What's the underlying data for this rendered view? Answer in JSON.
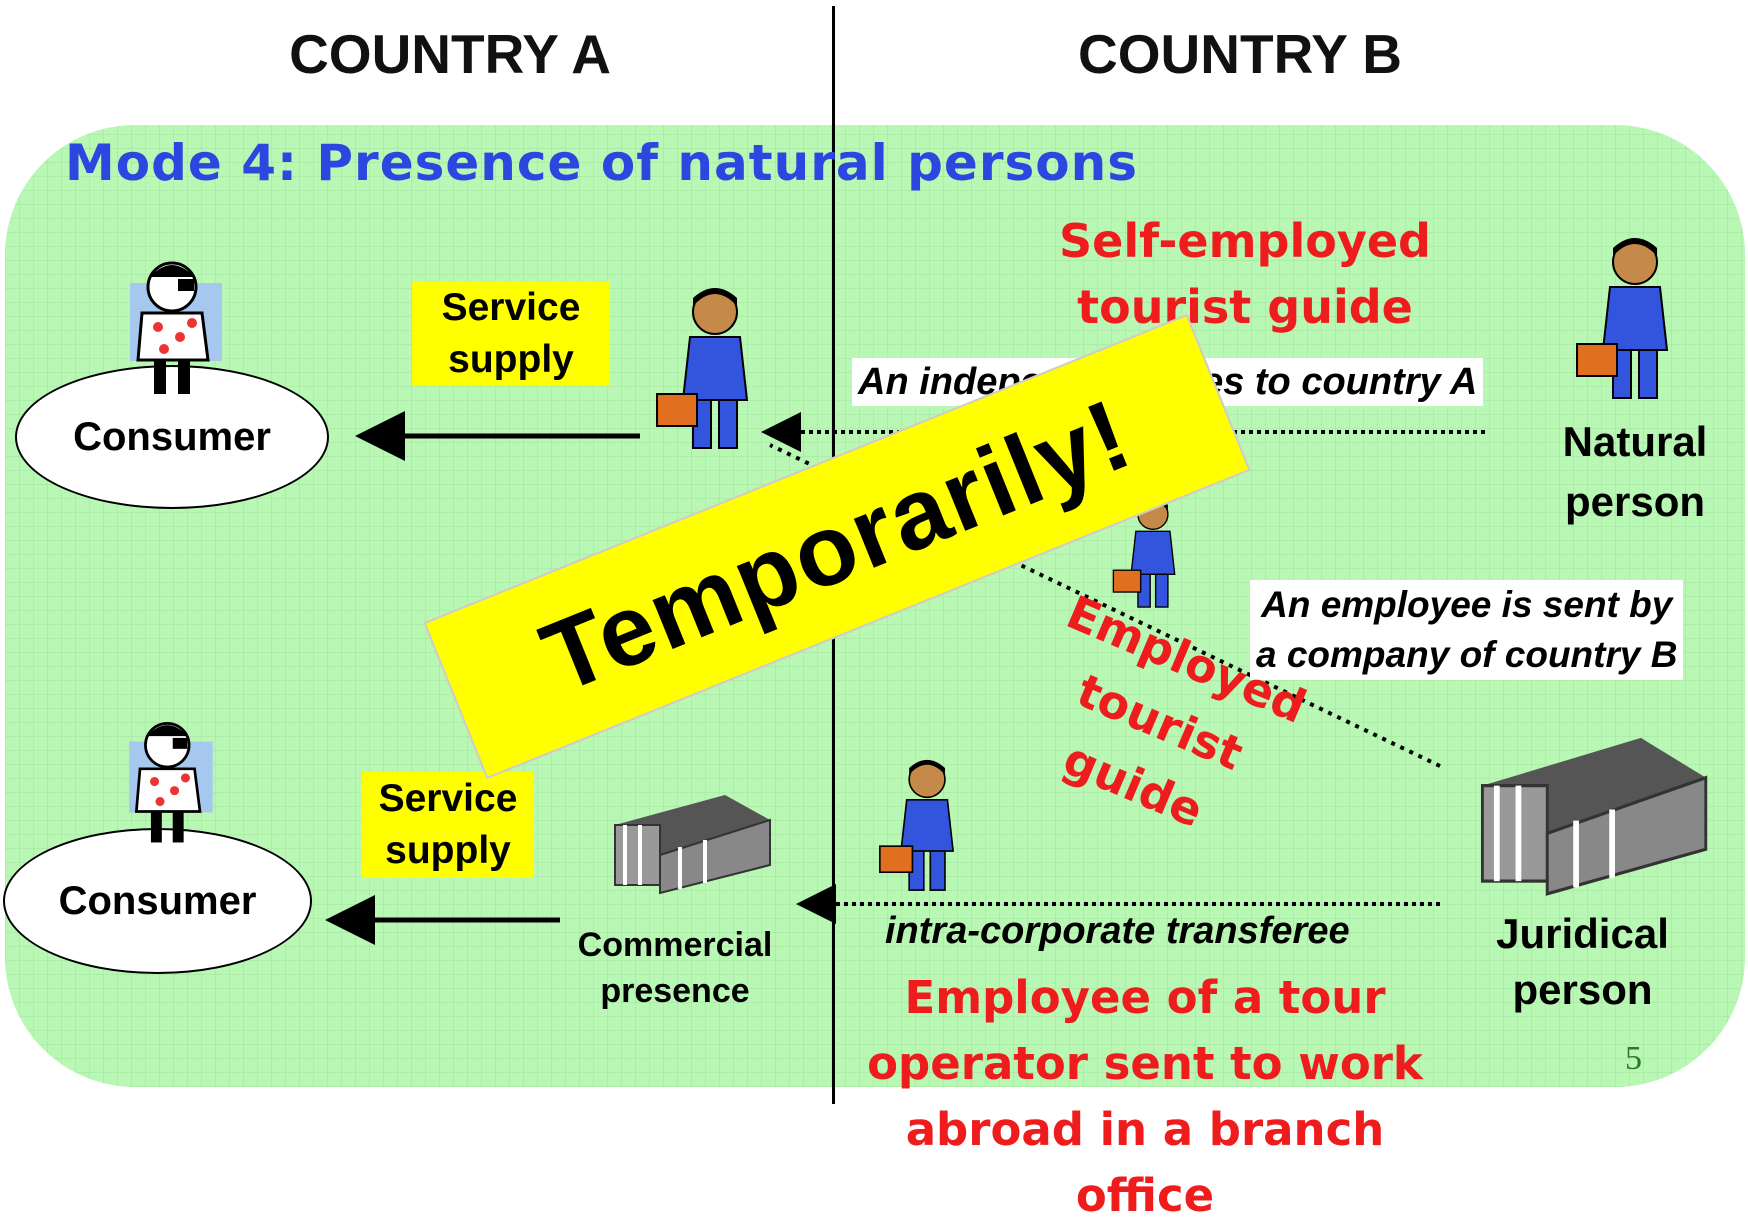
{
  "countries": {
    "a": "COUNTRY A",
    "b": "COUNTRY B"
  },
  "mode_title": "Mode 4:  Presence of natural persons",
  "top_row": {
    "consumer": "Consumer",
    "service_supply": [
      "Service",
      "supply"
    ],
    "self_employed": [
      "Self-employed",
      "tourist guide"
    ],
    "independent_note": "An independent goes to country A",
    "natural_person": [
      "Natural",
      "person"
    ]
  },
  "middle": {
    "employee_note": [
      "An employee is sent by",
      "a company of  country B"
    ],
    "employed_guide": [
      "Employed tourist",
      "guide"
    ]
  },
  "bottom_row": {
    "consumer": "Consumer",
    "service_supply": [
      "Service",
      "supply"
    ],
    "commercial_presence": [
      "Commercial",
      "presence"
    ],
    "transferee_note": "intra-corporate transferee",
    "juridical_person": [
      "Juridical",
      "person"
    ],
    "employee_of_tour": [
      "Employee of a tour",
      "operator sent to work",
      "abroad in a branch office"
    ]
  },
  "banner": "Temporarily!",
  "page_number": "5",
  "colors": {
    "panel": "#b9f7b4",
    "title_blue": "#2b47e0",
    "red": "#ee1c1c",
    "yellow": "#ffff00",
    "suit_blue": "#3355dd"
  }
}
